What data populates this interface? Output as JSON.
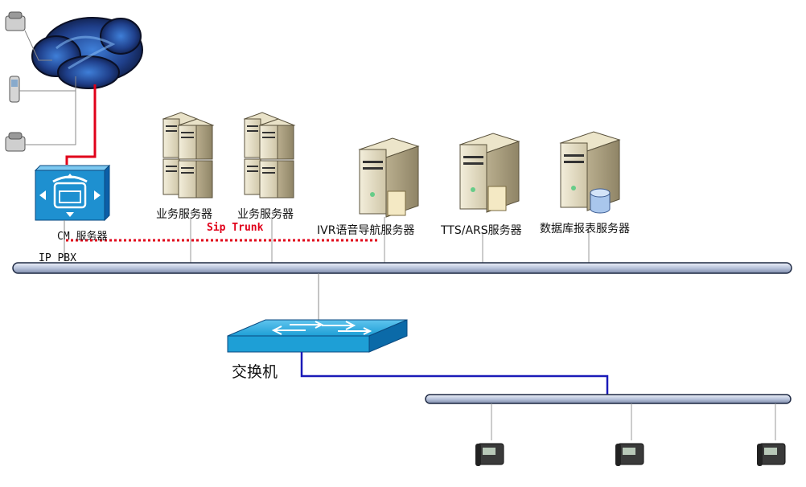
{
  "nodes": {
    "cm_server": {
      "label": "CM 服务器"
    },
    "ip_pbx": {
      "label": "IP PBX"
    },
    "sip_trunk": {
      "label": "Sip Trunk"
    },
    "business_server_1": {
      "label": "业务服务器"
    },
    "business_server_2": {
      "label": "业务服务器"
    },
    "ivr_server": {
      "label": "IVR语音导航服务器"
    },
    "tts_asr_server": {
      "label": "TTS/ARS服务器"
    },
    "db_report_server": {
      "label": "数据库报表服务器"
    },
    "switch": {
      "label": "交换机"
    }
  },
  "colors": {
    "bus": "#c8d2e6",
    "bus_outline": "#1f2a44",
    "sip_line": "#e0001a",
    "switch_line": "#1a1ab8",
    "switch_body": "#1e9fd6",
    "pbx_body": "#1e90d0",
    "cloud": "#1f3f8a"
  }
}
